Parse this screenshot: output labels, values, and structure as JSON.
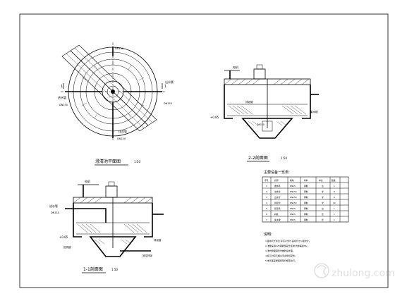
{
  "plan_view": {
    "title": "澄清池平面图",
    "scale": "1:50",
    "section_mark": "1",
    "labels": {
      "inlet": "进水管",
      "inlet_dn": "DN150",
      "outlet": "出水管",
      "outlet_dn": "DN150",
      "drain": "排泥管",
      "drain_dn": "DN150",
      "top_note": "DN150"
    }
  },
  "section_2_2": {
    "title": "2-2剖面图",
    "scale": "1:50",
    "labels": {
      "motor": "电机",
      "sludge": "排泥管",
      "level": "+0.85",
      "collect": "集水槽",
      "dn": "DN150"
    }
  },
  "section_1_1": {
    "title": "1-1剖面图",
    "scale": "1:50",
    "labels": {
      "motor": "电机",
      "inlet": "进水管",
      "inlet_dn": "DN150",
      "level": "+0.85",
      "pipe": "排泥管",
      "drain": "放空排泥",
      "bottom": "回流缝"
    }
  },
  "equipment_table": {
    "title": "主要设备一览表:",
    "headers": [
      "序号",
      "名称",
      "规格",
      "材料",
      "单位",
      "数量"
    ],
    "rows": [
      [
        "1",
        "搅拌机",
        "DN25",
        "钢制",
        "台",
        "1"
      ],
      [
        "2",
        "进水管",
        "DN150",
        "钢制",
        "米",
        "8"
      ],
      [
        "3",
        "出水管",
        "DN150",
        "钢制",
        "米",
        "6"
      ],
      [
        "4",
        "排泥管",
        "DN150",
        "钢制",
        "米",
        "10"
      ],
      [
        "5",
        "刮泥机",
        "DN25",
        "钢制",
        "台",
        "1"
      ],
      [
        "6",
        "斜板",
        "DN25",
        "钢制",
        "套",
        "1"
      ],
      [
        "7",
        "集水槽",
        "DN25",
        "钢制",
        "套",
        "1"
      ]
    ]
  },
  "notes": {
    "title": "说明:",
    "items": [
      "1.图中尺寸标注:标高以米计,其余尺寸以毫米计。",
      "2.池壁采用C25钢筋混凝土结构,抗渗等级S6。",
      "3.池内预埋钢管均做防腐处理。",
      "4.施工时应与相关专业密切配合。",
      "5.未尽事宜按国家现行规范执行。"
    ]
  },
  "watermark": "zhulong.com"
}
